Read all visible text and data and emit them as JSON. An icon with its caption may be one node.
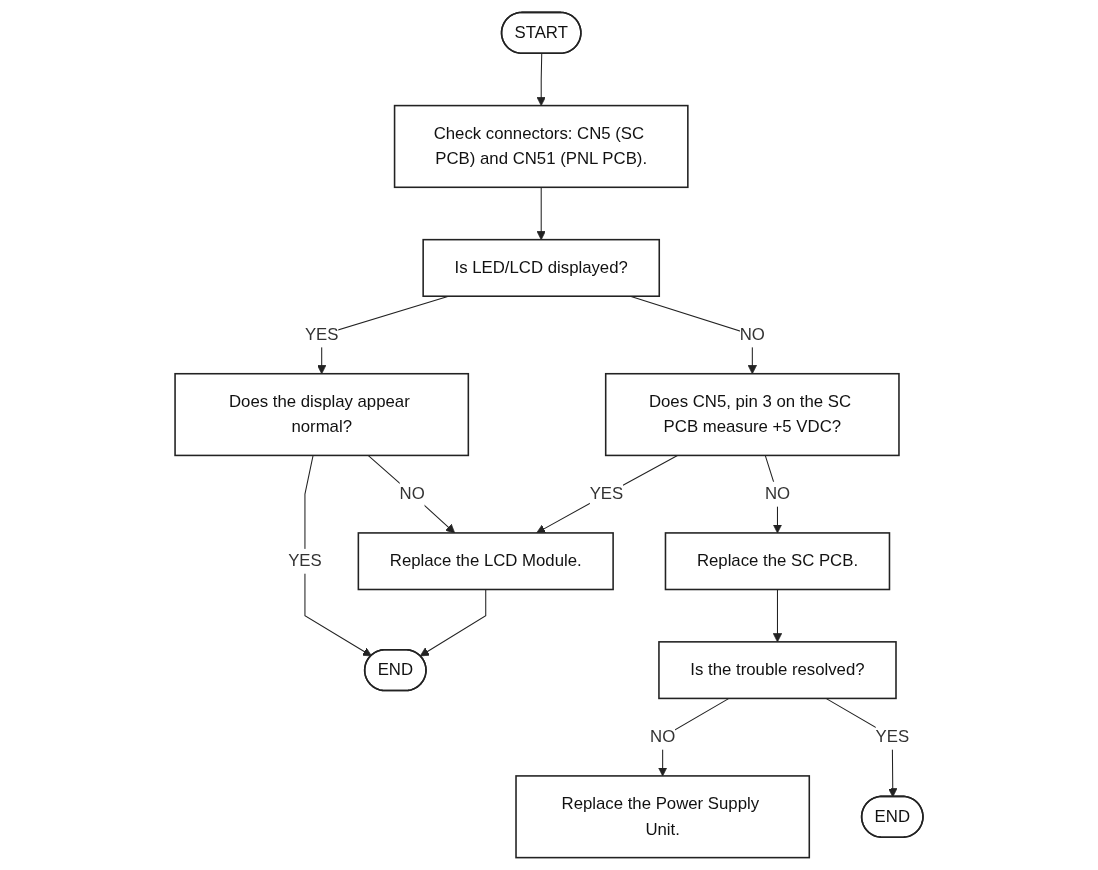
{
  "diagram": {
    "nodes": [
      {
        "text": [
          "START"
        ]
      },
      {
        "text": [
          "Check connectors: CN5 (SC PCB) and CN51 (PNL PCB)."
        ]
      },
      {
        "text": [
          "Is LED/LCD displayed?"
        ]
      },
      {
        "text": [
          "Does the display appear normal?"
        ]
      },
      {
        "text": [
          "Does CN5, pin 3 on the SC PCB measure +5 VDC?"
        ]
      },
      {
        "text": [
          "Replace the SC PCB."
        ]
      },
      {
        "text": [
          "Replace the LCD Module."
        ]
      },
      {
        "text": [
          "Is the trouble resolved?"
        ]
      },
      {
        "text": [
          "Replace the Power Supply Unit."
        ]
      },
      {
        "text": [
          "END"
        ]
      },
      {
        "text": [
          "END"
        ]
      }
    ],
    "edges": [
      {
        "from": 0,
        "to": 1,
        "arrow": "to"
      },
      {
        "from": 1,
        "to": 2,
        "arrow": "to"
      },
      {
        "from": 2,
        "to": 3,
        "arrow": "to",
        "label": "YES"
      },
      {
        "from": 2,
        "to": 4,
        "arrow": "to",
        "label": "NO"
      },
      {
        "from": 3,
        "to": 10,
        "arrow": "to",
        "label": "YES"
      },
      {
        "from": 3,
        "to": 6,
        "arrow": "to",
        "label": "NO"
      },
      {
        "from": 4,
        "to": 6,
        "arrow": "to",
        "label": "YES"
      },
      {
        "from": 4,
        "to": 5,
        "arrow": "to",
        "label": "NO"
      },
      {
        "from": 5,
        "to": 7,
        "arrow": "to"
      },
      {
        "from": 7,
        "to": 8,
        "arrow": "to",
        "label": "NO"
      },
      {
        "from": 7,
        "to": 9,
        "arrow": "to",
        "label": "YES"
      },
      {
        "from": 6,
        "to": 10,
        "arrow": "to"
      }
    ]
  }
}
